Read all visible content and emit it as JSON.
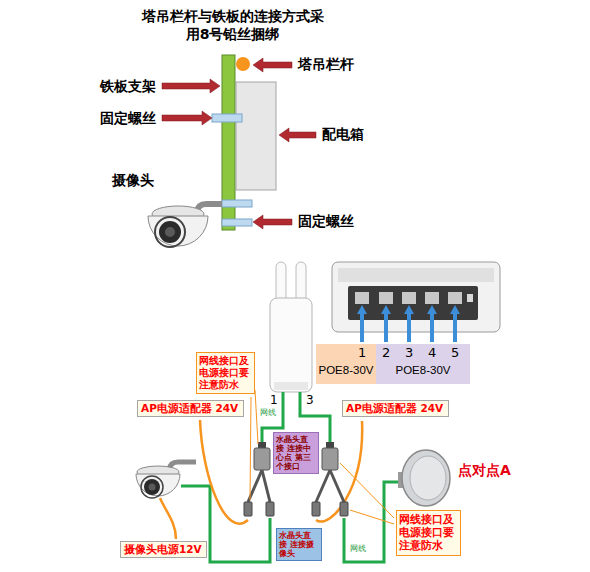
{
  "diagram": {
    "title": "塔吊栏杆与铁板的连接方式采 用8号铅丝捆绑",
    "nodes": [
      {
        "text": [
          "POE8-30V"
        ]
      },
      {
        "text": [
          "POE8-30V"
        ]
      },
      {
        "text": [
          "网线接口及 电源接口要 注意防水"
        ]
      },
      {
        "text": [
          "AP电源适配器 24V"
        ]
      },
      {
        "text": [
          "AP电源适配器 24V"
        ]
      },
      {
        "text": [
          "水晶头直接 连接中心点 第三个接口"
        ]
      },
      {
        "text": [
          "网线接口及 电源接口要 注意防水"
        ]
      },
      {
        "text": [
          "水晶头直接 连接摄像头"
        ]
      },
      {
        "text": [
          "摄像头电源12V"
        ]
      }
    ],
    "labels": [
      "铁板支架",
      "塔吊栏杆",
      "固定螺丝",
      "配电箱",
      "摄像头",
      "固定螺丝",
      "1",
      "2",
      "3",
      "4",
      "5",
      "1",
      "3",
      "网线",
      "网线",
      "点对点A"
    ]
  }
}
